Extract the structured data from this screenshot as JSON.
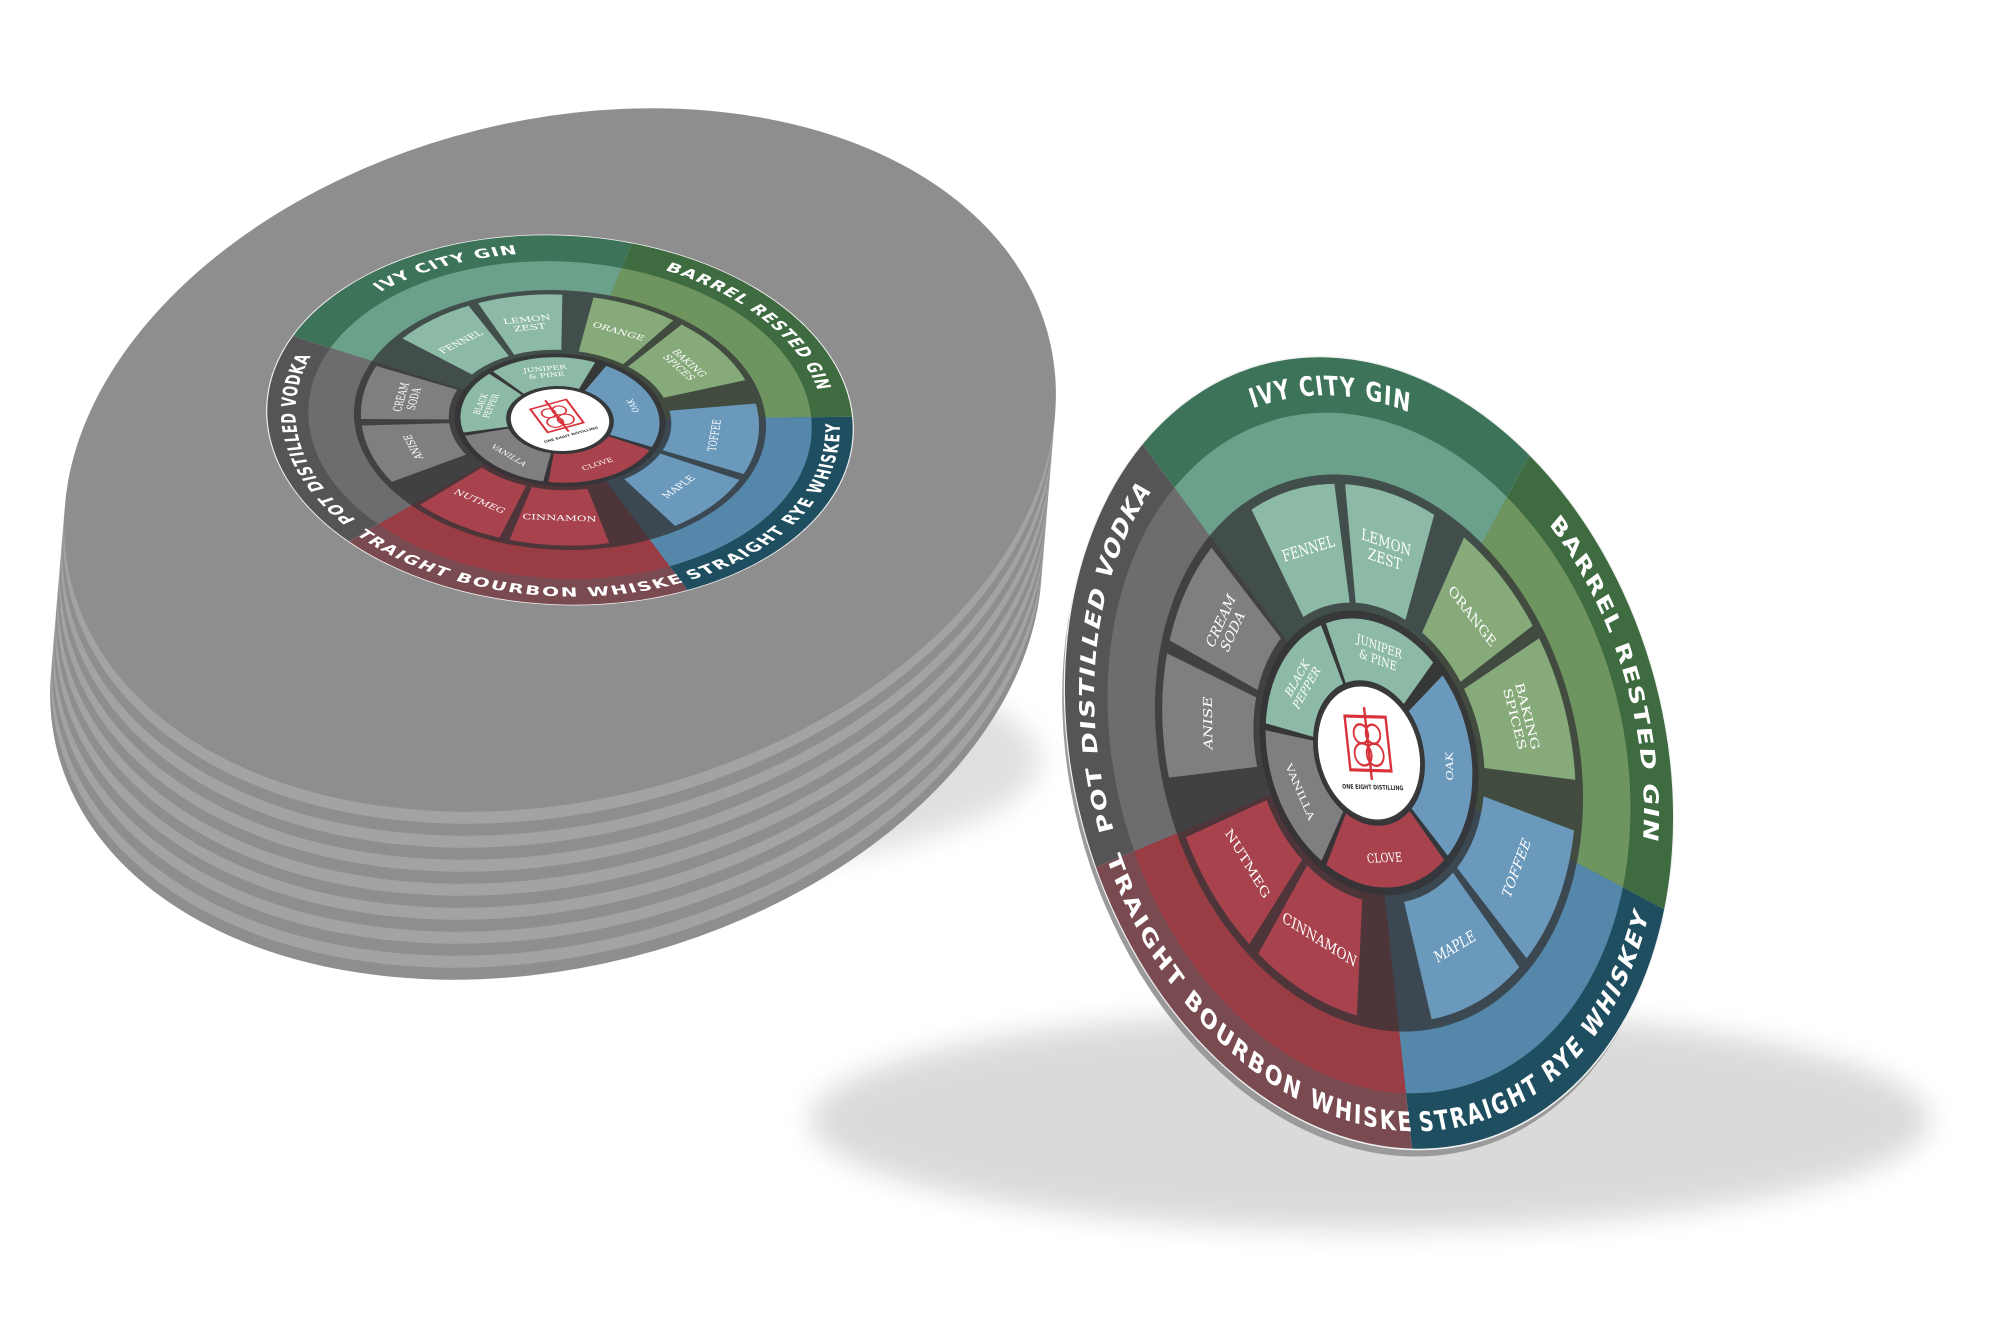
{
  "brand": {
    "name": "ONE EIGHT DISTILLING",
    "accent": "#d8323a"
  },
  "colors": {
    "vodka_outer": "#555557",
    "vodka_mid": "#6d6d6f",
    "vodka_in": "#7f7f81",
    "gin_outer": "#3c7359",
    "gin_mid": "#6ba18a",
    "gin_in": "#8dbaa6",
    "bgin_outer": "#3f6b40",
    "bgin_mid": "#6e9460",
    "bgin_in": "#86aa7a",
    "rye_outer": "#1e4e5f",
    "rye_mid": "#5487a9",
    "rye_in": "#6a99bb",
    "bourbon_outer": "#7a4a51",
    "bourbon_mid": "#9a3c44",
    "bourbon_in": "#a8434d",
    "ring_dark": "#333336",
    "stack_edge": "#8f8f8f"
  },
  "categories": [
    {
      "key": "gin",
      "label": "IVY CITY GIN"
    },
    {
      "key": "bgin",
      "label": "BARREL RESTED GIN"
    },
    {
      "key": "rye",
      "label": "STRAIGHT RYE WHISKEY"
    },
    {
      "key": "bourbon",
      "label": "STRAIGHT BOURBON WHISKEY"
    },
    {
      "key": "vodka",
      "label": "POT DISTILLED VODKA"
    }
  ],
  "outer_notes": [
    {
      "line1": "FENNEL",
      "line2": ""
    },
    {
      "line1": "LEMON",
      "line2": "ZEST"
    },
    {
      "line1": "ORANGE",
      "line2": ""
    },
    {
      "line1": "BAKING",
      "line2": "SPICES"
    },
    {
      "line1": "TOFFEE",
      "line2": ""
    },
    {
      "line1": "MAPLE",
      "line2": ""
    },
    {
      "line1": "CINNAMON",
      "line2": ""
    },
    {
      "line1": "NUTMEG",
      "line2": ""
    },
    {
      "line1": "ANISE",
      "line2": ""
    },
    {
      "line1": "CREAM",
      "line2": "SODA"
    }
  ],
  "inner_notes": [
    {
      "line1": "JUNIPER",
      "line2": "& PINE"
    },
    {
      "line1": "OAK",
      "line2": ""
    },
    {
      "line1": "CLOVE",
      "line2": ""
    },
    {
      "line1": "VANILLA",
      "line2": ""
    },
    {
      "line1": "BLACK",
      "line2": "PEPPER"
    }
  ]
}
